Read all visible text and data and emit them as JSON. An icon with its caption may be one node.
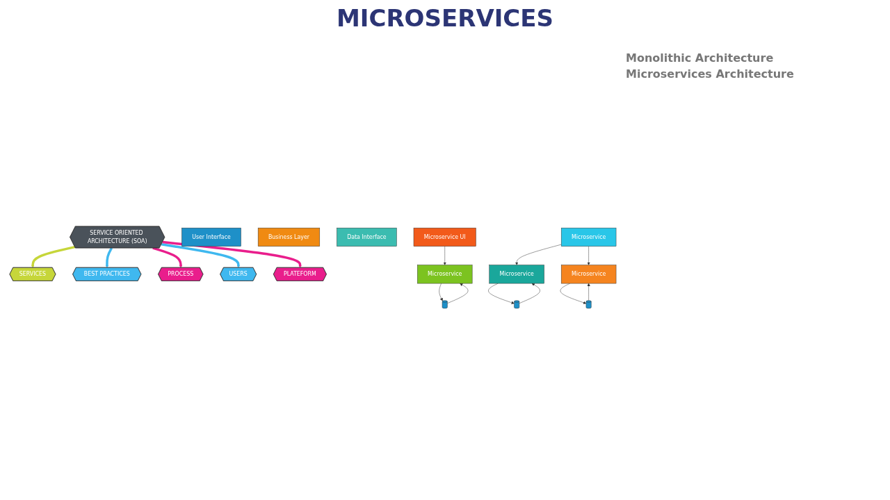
{
  "diagram": {
    "title": "MICROSERVICES",
    "nodes": [
      {
        "text": [
          "SERVICE ORIENTED ARCHITECTURE (SOA)"
        ]
      },
      {
        "text": [
          "SERVICES"
        ]
      },
      {
        "text": [
          "BEST PRACTICES"
        ]
      },
      {
        "text": [
          "PROCESS"
        ]
      },
      {
        "text": [
          "USERS"
        ]
      },
      {
        "text": [
          "PLATEFORM"
        ]
      },
      {
        "text": [
          "User Interface"
        ]
      },
      {
        "text": [
          "Business Layer"
        ]
      },
      {
        "text": [
          "Data Interface"
        ]
      },
      {
        "text": [
          "Microservice UI"
        ]
      },
      {
        "text": [
          "Microservice"
        ]
      },
      {
        "text": [
          "Microservice"
        ]
      },
      {
        "text": [
          "Microservice"
        ]
      },
      {
        "text": [
          "Microservice"
        ]
      },
      {
        "text": [],
        "shape": "cylinder"
      },
      {
        "text": [],
        "shape": "cylinder"
      },
      {
        "text": [],
        "shape": "cylinder"
      }
    ],
    "edges": [
      {
        "from": 0,
        "to": 1,
        "arrow": "to",
        "style": "thick",
        "color": "#c6d63a"
      },
      {
        "from": 0,
        "to": 2,
        "arrow": "to",
        "style": "thick",
        "color": "#3fb8ef"
      },
      {
        "from": 0,
        "to": 3,
        "arrow": "to",
        "style": "thick",
        "color": "#e91e8c"
      },
      {
        "from": 0,
        "to": 4,
        "arrow": "to",
        "style": "thick",
        "color": "#3fb8ef"
      },
      {
        "from": 0,
        "to": 5,
        "arrow": "to",
        "style": "thick",
        "color": "#e91e8c"
      },
      {
        "from": 9,
        "to": 11,
        "arrow": "to"
      },
      {
        "from": 10,
        "to": 12,
        "arrow": "to"
      },
      {
        "from": 10,
        "to": 13,
        "arrow": "to"
      },
      {
        "from": 14,
        "to": 11,
        "arrow": "to"
      },
      {
        "from": 11,
        "to": 14,
        "arrow": "to"
      },
      {
        "from": 15,
        "to": 12,
        "arrow": "to"
      },
      {
        "from": 12,
        "to": 15,
        "arrow": "to"
      },
      {
        "from": 16,
        "to": 13,
        "arrow": "to"
      },
      {
        "from": 13,
        "to": 16,
        "arrow": "to"
      }
    ],
    "labels": [
      "Monolithic Architecture",
      "Microservices Architecture"
    ]
  }
}
